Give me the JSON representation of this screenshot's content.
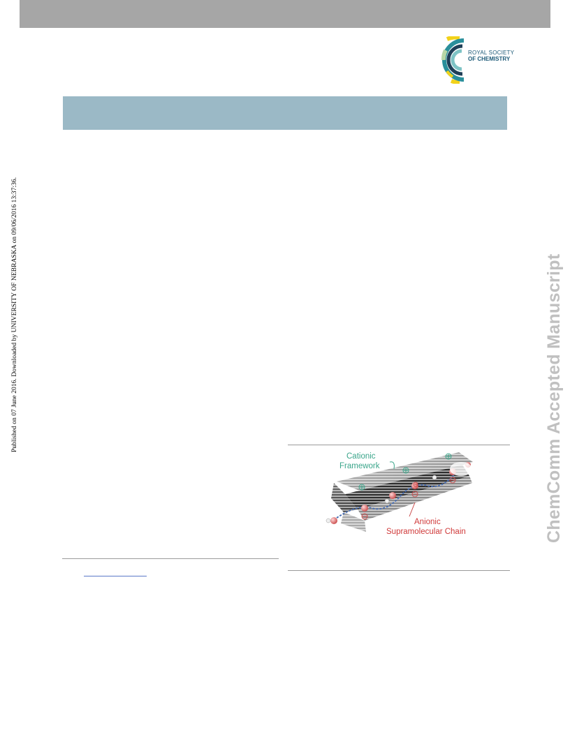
{
  "header": {
    "publisher_logo_line1": "ROYAL SOCIETY",
    "publisher_logo_line2": "OF CHEMISTRY"
  },
  "side_note": "Published on 07 June 2016. Downloaded by UNIVERSITY OF NEBRASKA on 09/06/2016 13:37:36.",
  "watermark": "ChemComm Accepted Manuscript",
  "toc_graphic": {
    "label_cationic_line1": "Cationic",
    "label_cationic_line2": "Framework",
    "label_anionic_line1": "Anionic",
    "label_anionic_line2": "Supramolecular Chain"
  },
  "colors": {
    "top_bar": "#a6a6a6",
    "header_band": "#9bb9c6",
    "watermark": "#c0c0c0",
    "cationic_label": "#3aa58a",
    "anionic_label": "#d03a3a",
    "logo_text": "#1d5a78",
    "link_underline": "#5b78c8"
  }
}
